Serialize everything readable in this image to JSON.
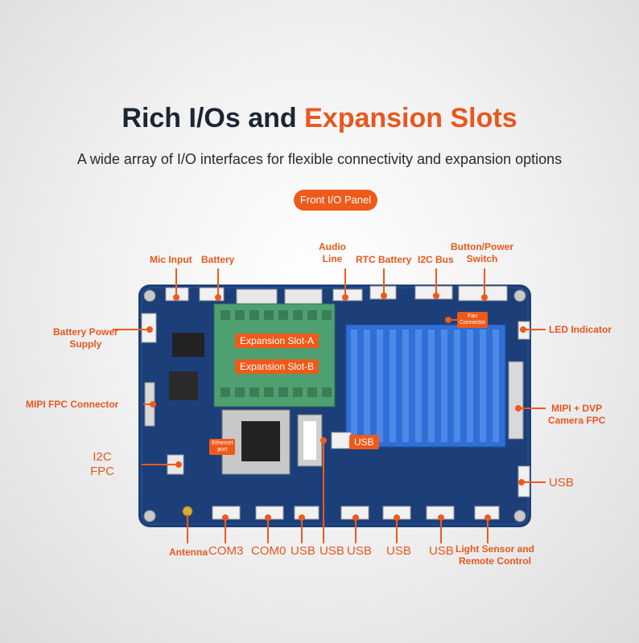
{
  "header": {
    "title_main": "Rich I/Os and ",
    "title_accent": "Expansion Slots",
    "subtitle": "A wide array of I/O interfaces for flexible connectivity and expansion options",
    "panel_pill": "Front I/O Panel"
  },
  "colors": {
    "accent": "#ef5a1a",
    "board": "#1c3f7a",
    "heatsink": "#2f6fd6",
    "terminal": "#4fa070"
  },
  "labels": {
    "mic_input": "Mic Input",
    "battery": "Battery",
    "audio_line": "Audio\nLine",
    "rtc_battery": "RTC Battery",
    "i2c_bus": "I2C Bus",
    "button_power": "Button/Power\nSwitch",
    "battery_power_supply": "Battery Power\nSupply",
    "led_indicator": "LED Indicator",
    "mipi_fpc": "MIPI FPC Connector",
    "mipi_dvp": "MIPI + DVP\nCamera FPC",
    "i2c_fpc": "I2C\nFPC",
    "usb_right": "USB",
    "antenna": "Antenna",
    "com3": "COM3",
    "com0": "COM0",
    "usb_b1": "USB",
    "usb_b2": "USB",
    "usb_b3": "USB",
    "usb_b4": "USB",
    "usb_b5": "USB",
    "light_sensor": "Light Sensor and\nRemote Control"
  },
  "board_tags": {
    "fan": "Fan\nConnector",
    "slot_a": "Expansion Slot-A",
    "slot_b": "Expansion Slot-B",
    "ethernet": "Ethernet\nport",
    "usb_mid": "USB"
  }
}
